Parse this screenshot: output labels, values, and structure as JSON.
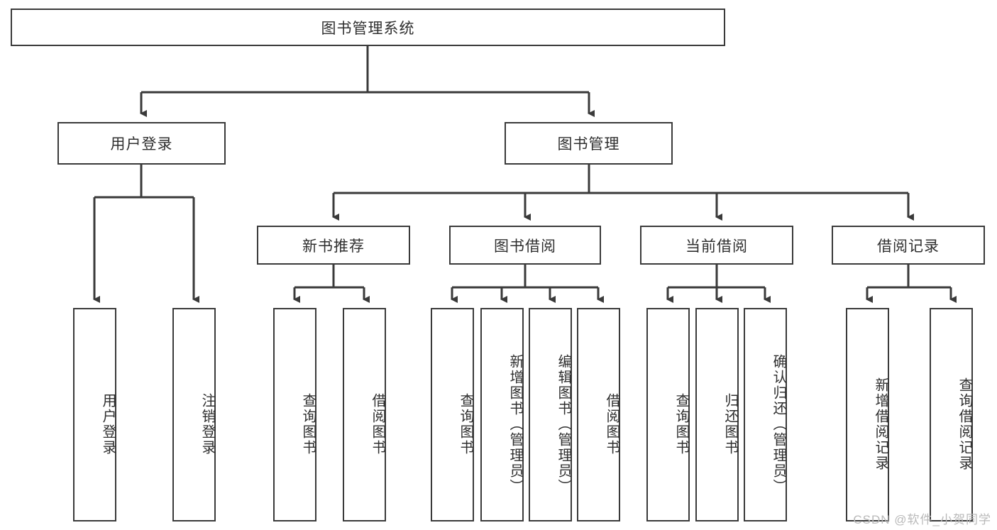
{
  "diagram": {
    "title": "图书管理系统",
    "type": "tree",
    "watermark": "CSDN @软件_小贺同学",
    "colors": {
      "box_border": "#3a3a3a",
      "box_fill": "#ffffff",
      "connector": "#3a3a3a",
      "text": "#2f2f2f",
      "watermark": "#b9b9b9"
    },
    "root": {
      "label": "图书管理系统"
    },
    "level2": [
      {
        "label": "用户登录"
      },
      {
        "label": "图书管理"
      }
    ],
    "level3": [
      {
        "label": "新书推荐"
      },
      {
        "label": "图书借阅"
      },
      {
        "label": "当前借阅"
      },
      {
        "label": "借阅记录"
      }
    ],
    "leaves": {
      "user_login": [
        {
          "label": "用户登录"
        },
        {
          "label": "注销登录"
        }
      ],
      "new_book": [
        {
          "label": "查询图书"
        },
        {
          "label": "借阅图书"
        }
      ],
      "book_borrow": [
        {
          "label": "查询图书"
        },
        {
          "label": "新增图书（管理员）"
        },
        {
          "label": "编辑图书（管理员）"
        },
        {
          "label": "借阅图书"
        }
      ],
      "current_borrow": [
        {
          "label": "查询图书"
        },
        {
          "label": "归还图书"
        },
        {
          "label": "确认归还（管理员）"
        }
      ],
      "borrow_record": [
        {
          "label": "新增借阅记录"
        },
        {
          "label": "查询借阅记录"
        }
      ]
    }
  }
}
